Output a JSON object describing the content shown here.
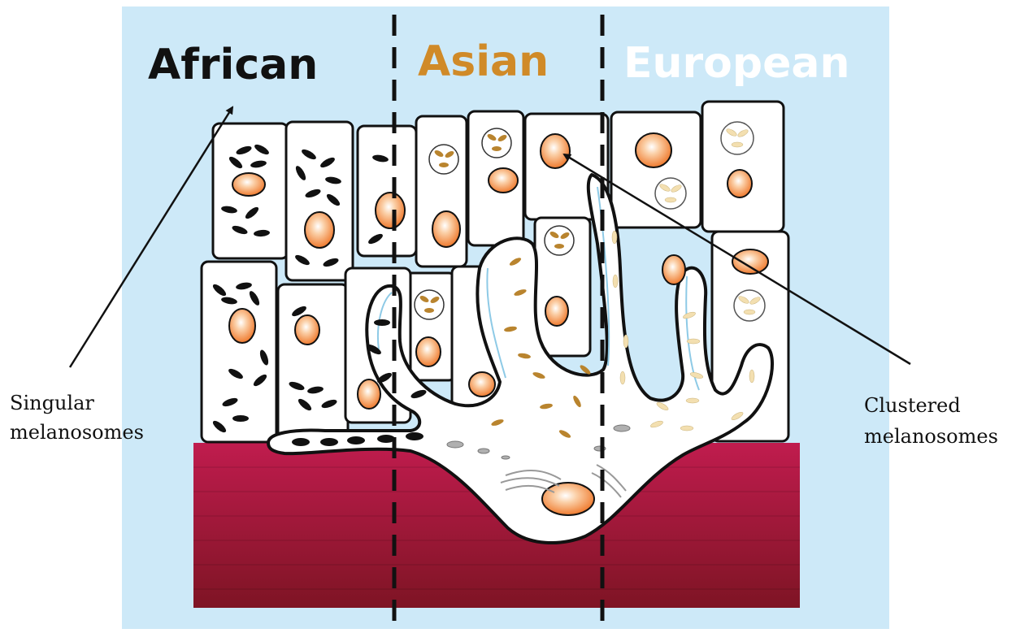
{
  "figure": {
    "colors": {
      "background": "#cde9f8",
      "dermis_top": "#c01c4e",
      "dermis_bottom": "#7e1424",
      "cell_fill": "#ffffff",
      "outline": "#111111",
      "african_text": "#111111",
      "asian_text": "#d08a28",
      "european_text": "#ffffff",
      "nucleus": "#ef7a2e",
      "melanosome_african": "#111111",
      "melanosome_asian": "#b9842e",
      "melanosome_european": "#f3dfb0"
    },
    "regions": [
      {
        "label": "African"
      },
      {
        "label": "Asian"
      },
      {
        "label": "European"
      }
    ],
    "callouts": [
      {
        "lines": [
          "Singular",
          "melanosomes"
        ]
      },
      {
        "lines": [
          "Clustered",
          "melanosomes"
        ]
      }
    ]
  }
}
